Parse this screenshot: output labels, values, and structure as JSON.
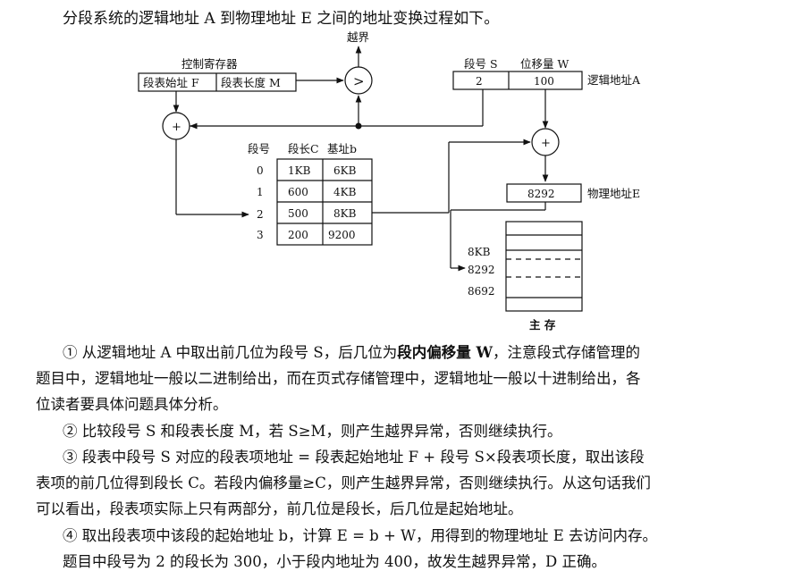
{
  "intro": "分段系统的逻辑地址 A 到物理地址 E 之间的地址变换过程如下。",
  "diagram": {
    "overflow_label": "越界",
    "control_register_label": "控制寄存器",
    "seg_table_start": "段表始址 F",
    "seg_table_length": "段表长度 M",
    "compare_symbol": ">",
    "plus_symbol": "+",
    "seg_no_label": "段号 S",
    "offset_label": "位移量 W",
    "seg_no_value": "2",
    "offset_value": "100",
    "logical_addr_label": "逻辑地址A",
    "physical_value": "8292",
    "physical_addr_label": "物理地址E",
    "table_headers": [
      "段号",
      "段长C",
      "基址b"
    ],
    "table_rows": [
      {
        "no": "0",
        "len": "1KB",
        "base": "6KB"
      },
      {
        "no": "1",
        "len": "600",
        "base": "4KB"
      },
      {
        "no": "2",
        "len": "500",
        "base": "8KB"
      },
      {
        "no": "3",
        "len": "200",
        "base": "9200"
      }
    ],
    "mem_marks": [
      "8KB",
      "8292",
      "8692"
    ],
    "memory_label": "主 存"
  },
  "paragraphs": {
    "p1_a": "① 从逻辑地址 A 中取出前几位为段号 S，后几位为",
    "p1_bold": "段内偏移量 W",
    "p1_b": "，注意段式存储管理的",
    "p1_l2": "题目中，逻辑地址一般以二进制给出，而在页式存储管理中，逻辑地址一般以十进制给出，各",
    "p1_l3": "位读者要具体问题具体分析。",
    "p2": "② 比较段号 S 和段表长度 M，若 S≥M，则产生越界异常，否则继续执行。",
    "p3_l1": "③ 段表中段号 S 对应的段表项地址 = 段表起始地址 F + 段号 S×段表项长度，取出该段",
    "p3_l2": "表项的前几位得到段长 C。若段内偏移量≥C，则产生越界异常，否则继续执行。从这句话我们",
    "p3_l3": "可以看出，段表项实际上只有两部分，前几位是段长，后几位是起始地址。",
    "p4": "④ 取出段表项中该段的起始地址 b，计算 E = b + W，用得到的物理地址 E 去访问内存。",
    "p5": "题目中段号为 2 的段长为 300，小于段内地址为 400，故发生越界异常，D 正确。"
  }
}
